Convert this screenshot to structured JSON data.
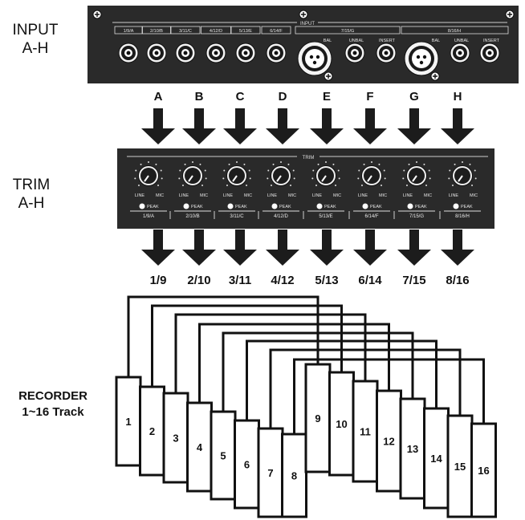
{
  "labels": {
    "input": {
      "line1": "INPUT",
      "line2": "A-H"
    },
    "trim": {
      "line1": "TRIM",
      "line2": "A-H"
    },
    "recorder": {
      "line1": "RECORDER",
      "line2": "1~16 Track"
    }
  },
  "input_panel": {
    "title": "INPUT",
    "channels": [
      "1/9/A",
      "2/10/B",
      "3/11/C",
      "4/12/D",
      "5/13/E",
      "6/14/F",
      "7/15/G",
      "8/16/H"
    ],
    "sublabels": {
      "bal": "BAL",
      "unbal": "UNBAL",
      "insert": "INSERT"
    }
  },
  "input_letters": [
    "A",
    "B",
    "C",
    "D",
    "E",
    "F",
    "G",
    "H"
  ],
  "trim_panel": {
    "title": "TRIM",
    "line_label": "LINE",
    "mic_label": "MIC",
    "peak_label": "PEAK",
    "channels": [
      "1/9/A",
      "2/10/B",
      "3/11/C",
      "4/12/D",
      "5/13/E",
      "6/14/F",
      "7/15/G",
      "8/16/H"
    ]
  },
  "track_pairs": [
    "1/9",
    "2/10",
    "3/11",
    "4/12",
    "5/13",
    "6/14",
    "7/15",
    "8/16"
  ],
  "tracks": [
    "1",
    "2",
    "3",
    "4",
    "5",
    "6",
    "7",
    "8",
    "9",
    "10",
    "11",
    "12",
    "13",
    "14",
    "15",
    "16"
  ],
  "colors": {
    "panel": "#2a2a2a",
    "arrow": "#1c1c1c",
    "text": "#111111"
  }
}
